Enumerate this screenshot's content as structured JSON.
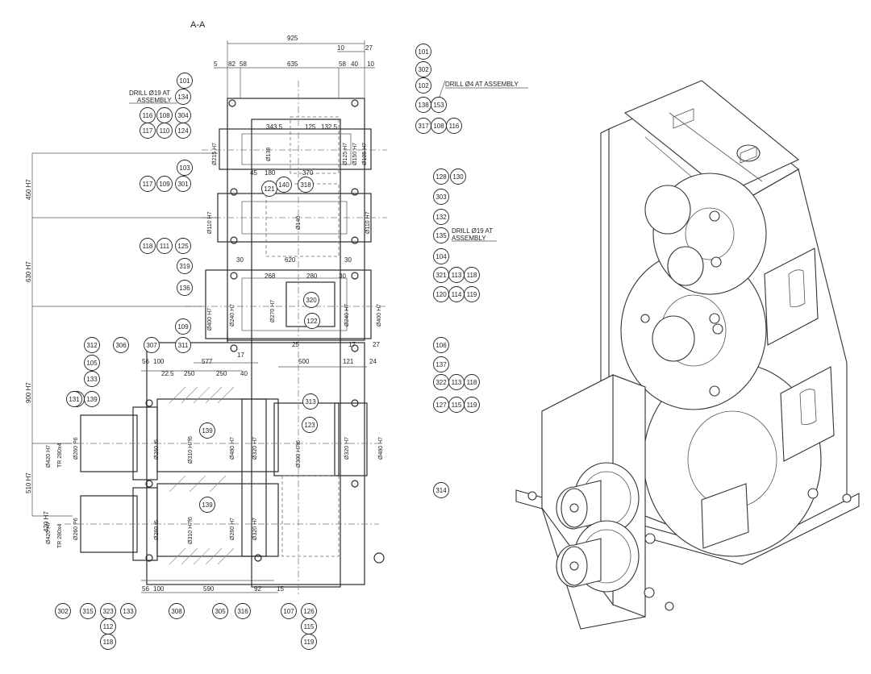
{
  "section_view": {
    "title": "A-A",
    "dimensions": {
      "top": [
        "925",
        "10",
        "27",
        "5",
        "82",
        "58",
        "635",
        "58",
        "40",
        "10"
      ],
      "inner": [
        "343.5",
        "125",
        "132.5",
        "45",
        "180",
        "370",
        "30",
        "620",
        "30",
        "268",
        "280",
        "30",
        "17",
        "25",
        "17",
        "27",
        "56",
        "100",
        "22.5",
        "250",
        "577",
        "250",
        "40",
        "500",
        "121",
        "24",
        "56",
        "100",
        "590",
        "92",
        "15"
      ],
      "vertical": [
        "450 H7",
        "630 H7",
        "900 H7",
        "510 H7",
        "420 H7"
      ],
      "diameters": [
        "Ø215 H7",
        "Ø138",
        "Ø125 H7",
        "Ø150 H7",
        "Ø105 H7",
        "Ø110 H7",
        "Ø110 H7",
        "Ø140",
        "Ø400 H7",
        "Ø240 H7",
        "Ø270 H7",
        "Ø240 H7",
        "Ø400 H7",
        "Ø420 H7",
        "Ø260 P6",
        "Ø260 f6",
        "Ø310 H7f6",
        "Ø480 H7",
        "Ø320 H7",
        "Ø300 H7f6",
        "Ø320 H7",
        "Ø480 H7",
        "Ø420 H7",
        "Ø260 P6",
        "Ø260 f6",
        "Ø310 H7f6",
        "Ø260 H7",
        "Ø320 H7",
        "TR 280x4",
        "TR 280x4"
      ]
    },
    "notes": [
      {
        "id": "drill-19-left-1",
        "text": "DRILL Ø19 AT"
      },
      {
        "id": "drill-19-left-2",
        "text": "ASSEMBLY"
      },
      {
        "id": "drill-4",
        "text": "DRILL Ø4 AT ASSEMBLY"
      },
      {
        "id": "drill-19-right-1",
        "text": "DRILL Ø19 AT"
      },
      {
        "id": "drill-19-right-2",
        "text": "ASSEMBLY"
      }
    ],
    "balloons": [
      "101",
      "134",
      "116",
      "108",
      "304",
      "117",
      "110",
      "124",
      "103",
      "117",
      "109",
      "301",
      "118",
      "111",
      "125",
      "319",
      "136",
      "109",
      "311",
      "307",
      "306",
      "312",
      "105",
      "133",
      "310",
      "131",
      "139",
      "101",
      "302",
      "102",
      "138",
      "153",
      "317",
      "108",
      "116",
      "128",
      "130",
      "303",
      "132",
      "135",
      "104",
      "321",
      "113",
      "118",
      "120",
      "114",
      "119",
      "106",
      "137",
      "322",
      "113",
      "118",
      "127",
      "115",
      "119",
      "314",
      "121",
      "140",
      "318",
      "320",
      "122",
      "313",
      "123",
      "139",
      "139",
      "302",
      "315",
      "323",
      "112",
      "118",
      "133",
      "308",
      "305",
      "316",
      "107",
      "126",
      "115",
      "119"
    ]
  },
  "iso_view": {}
}
